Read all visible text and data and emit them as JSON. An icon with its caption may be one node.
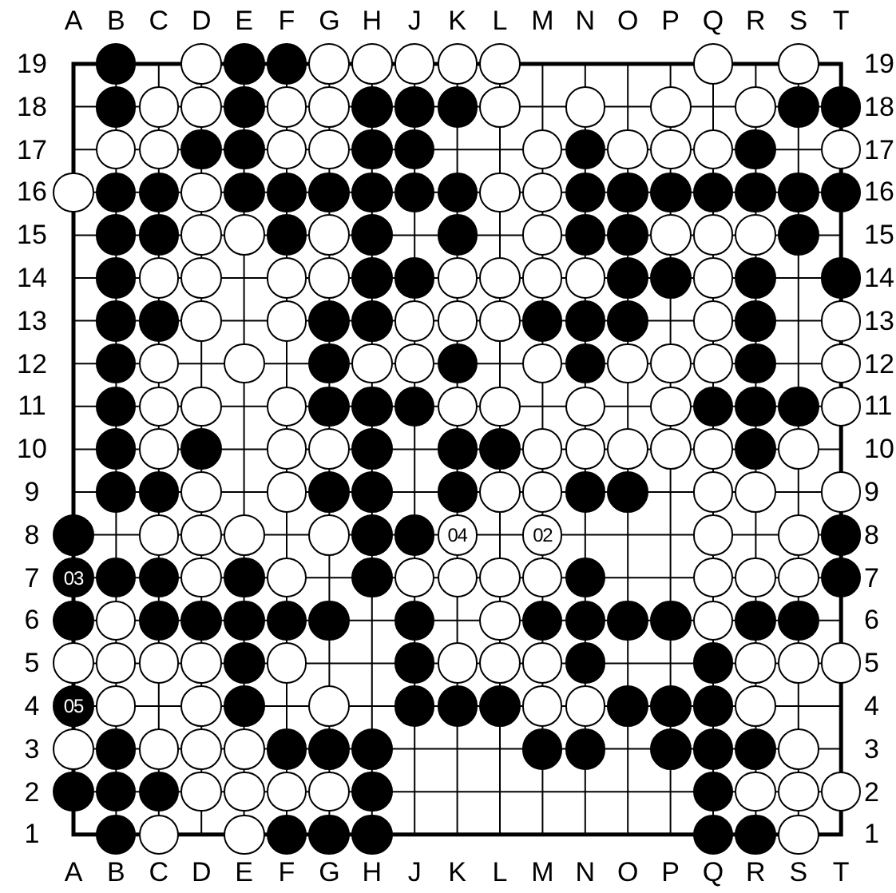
{
  "diagram": {
    "nodes": [
      {
        "text": [],
        "shape": "disc"
      },
      {
        "text": [],
        "shape": "circle"
      },
      {
        "text": [],
        "shape": "disc"
      },
      {
        "text": [],
        "shape": "disc"
      },
      {
        "text": [],
        "shape": "circle"
      },
      {
        "text": [],
        "shape": "circle"
      },
      {
        "text": [],
        "shape": "circle"
      },
      {
        "text": [],
        "shape": "circle"
      },
      {
        "text": [],
        "shape": "circle"
      },
      {
        "text": [],
        "shape": "circle"
      },
      {
        "text": [],
        "shape": "circle"
      },
      {
        "text": [],
        "shape": "disc"
      },
      {
        "text": [],
        "shape": "circle"
      },
      {
        "text": [],
        "shape": "circle"
      },
      {
        "text": [],
        "shape": "disc"
      },
      {
        "text": [],
        "shape": "circle"
      },
      {
        "text": [],
        "shape": "circle"
      },
      {
        "text": [],
        "shape": "disc"
      },
      {
        "text": [],
        "shape": "disc"
      },
      {
        "text": [],
        "shape": "disc"
      },
      {
        "text": [],
        "shape": "circle"
      },
      {
        "text": [],
        "shape": "circle"
      },
      {
        "text": [],
        "shape": "circle"
      },
      {
        "text": [],
        "shape": "circle"
      },
      {
        "text": [],
        "shape": "disc"
      },
      {
        "text": [],
        "shape": "disc"
      },
      {
        "text": [],
        "shape": "circle"
      },
      {
        "text": [],
        "shape": "circle"
      },
      {
        "text": [],
        "shape": "disc"
      },
      {
        "text": [],
        "shape": "disc"
      },
      {
        "text": [],
        "shape": "circle"
      },
      {
        "text": [],
        "shape": "circle"
      },
      {
        "text": [],
        "shape": "disc"
      },
      {
        "text": [],
        "shape": "disc"
      },
      {
        "text": [],
        "shape": "circle"
      },
      {
        "text": [],
        "shape": "disc"
      },
      {
        "text": [],
        "shape": "circle"
      },
      {
        "text": [],
        "shape": "circle"
      },
      {
        "text": [],
        "shape": "circle"
      },
      {
        "text": [],
        "shape": "disc"
      },
      {
        "text": [],
        "shape": "circle"
      },
      {
        "text": [],
        "shape": "circle"
      },
      {
        "text": [],
        "shape": "disc"
      },
      {
        "text": [],
        "shape": "disc"
      },
      {
        "text": [],
        "shape": "circle"
      },
      {
        "text": [],
        "shape": "disc"
      },
      {
        "text": [],
        "shape": "disc"
      },
      {
        "text": [],
        "shape": "disc"
      },
      {
        "text": [],
        "shape": "disc"
      },
      {
        "text": [],
        "shape": "disc"
      },
      {
        "text": [],
        "shape": "disc"
      },
      {
        "text": [],
        "shape": "circle"
      },
      {
        "text": [],
        "shape": "circle"
      },
      {
        "text": [],
        "shape": "disc"
      },
      {
        "text": [],
        "shape": "disc"
      },
      {
        "text": [],
        "shape": "disc"
      },
      {
        "text": [],
        "shape": "disc"
      },
      {
        "text": [],
        "shape": "disc"
      },
      {
        "text": [],
        "shape": "disc"
      },
      {
        "text": [],
        "shape": "disc"
      },
      {
        "text": [],
        "shape": "disc"
      },
      {
        "text": [],
        "shape": "disc"
      },
      {
        "text": [],
        "shape": "circle"
      },
      {
        "text": [],
        "shape": "circle"
      },
      {
        "text": [],
        "shape": "disc"
      },
      {
        "text": [],
        "shape": "circle"
      },
      {
        "text": [],
        "shape": "disc"
      },
      {
        "text": [],
        "shape": "disc"
      },
      {
        "text": [],
        "shape": "circle"
      },
      {
        "text": [],
        "shape": "disc"
      },
      {
        "text": [],
        "shape": "disc"
      },
      {
        "text": [],
        "shape": "circle"
      },
      {
        "text": [],
        "shape": "circle"
      },
      {
        "text": [],
        "shape": "circle"
      },
      {
        "text": [],
        "shape": "disc"
      },
      {
        "text": [],
        "shape": "disc"
      },
      {
        "text": [],
        "shape": "circle"
      },
      {
        "text": [],
        "shape": "circle"
      },
      {
        "text": [],
        "shape": "circle"
      },
      {
        "text": [],
        "shape": "circle"
      },
      {
        "text": [],
        "shape": "disc"
      },
      {
        "text": [],
        "shape": "disc"
      },
      {
        "text": [],
        "shape": "circle"
      },
      {
        "text": [],
        "shape": "circle"
      },
      {
        "text": [],
        "shape": "circle"
      },
      {
        "text": [],
        "shape": "circle"
      },
      {
        "text": [],
        "shape": "disc"
      },
      {
        "text": [],
        "shape": "disc"
      },
      {
        "text": [],
        "shape": "circle"
      },
      {
        "text": [],
        "shape": "disc"
      },
      {
        "text": [],
        "shape": "disc"
      },
      {
        "text": [],
        "shape": "disc"
      },
      {
        "text": [],
        "shape": "disc"
      },
      {
        "text": [],
        "shape": "circle"
      },
      {
        "text": [],
        "shape": "circle"
      },
      {
        "text": [],
        "shape": "disc"
      },
      {
        "text": [],
        "shape": "disc"
      },
      {
        "text": [],
        "shape": "circle"
      },
      {
        "text": [],
        "shape": "circle"
      },
      {
        "text": [],
        "shape": "circle"
      },
      {
        "text": [],
        "shape": "disc"
      },
      {
        "text": [],
        "shape": "disc"
      },
      {
        "text": [],
        "shape": "disc"
      },
      {
        "text": [],
        "shape": "circle"
      },
      {
        "text": [],
        "shape": "disc"
      },
      {
        "text": [],
        "shape": "circle"
      },
      {
        "text": [],
        "shape": "disc"
      },
      {
        "text": [],
        "shape": "circle"
      },
      {
        "text": [],
        "shape": "circle"
      },
      {
        "text": [],
        "shape": "disc"
      },
      {
        "text": [],
        "shape": "circle"
      },
      {
        "text": [],
        "shape": "circle"
      },
      {
        "text": [],
        "shape": "disc"
      },
      {
        "text": [],
        "shape": "circle"
      },
      {
        "text": [],
        "shape": "disc"
      },
      {
        "text": [],
        "shape": "circle"
      },
      {
        "text": [],
        "shape": "circle"
      },
      {
        "text": [],
        "shape": "circle"
      },
      {
        "text": [],
        "shape": "disc"
      },
      {
        "text": [],
        "shape": "circle"
      },
      {
        "text": [],
        "shape": "disc"
      },
      {
        "text": [],
        "shape": "circle"
      },
      {
        "text": [],
        "shape": "circle"
      },
      {
        "text": [],
        "shape": "circle"
      },
      {
        "text": [],
        "shape": "disc"
      },
      {
        "text": [],
        "shape": "disc"
      },
      {
        "text": [],
        "shape": "disc"
      },
      {
        "text": [],
        "shape": "circle"
      },
      {
        "text": [],
        "shape": "circle"
      },
      {
        "text": [],
        "shape": "circle"
      },
      {
        "text": [],
        "shape": "circle"
      },
      {
        "text": [],
        "shape": "disc"
      },
      {
        "text": [],
        "shape": "disc"
      },
      {
        "text": [],
        "shape": "disc"
      },
      {
        "text": [],
        "shape": "circle"
      },
      {
        "text": [],
        "shape": "disc"
      },
      {
        "text": [],
        "shape": "circle"
      },
      {
        "text": [],
        "shape": "disc"
      },
      {
        "text": [],
        "shape": "circle"
      },
      {
        "text": [],
        "shape": "circle"
      },
      {
        "text": [],
        "shape": "disc"
      },
      {
        "text": [],
        "shape": "disc"
      },
      {
        "text": [],
        "shape": "disc"
      },
      {
        "text": [],
        "shape": "circle"
      },
      {
        "text": [],
        "shape": "circle"
      },
      {
        "text": [],
        "shape": "circle"
      },
      {
        "text": [],
        "shape": "circle"
      },
      {
        "text": [],
        "shape": "circle"
      },
      {
        "text": [],
        "shape": "disc"
      },
      {
        "text": [],
        "shape": "circle"
      },
      {
        "text": [],
        "shape": "disc"
      },
      {
        "text": [],
        "shape": "disc"
      },
      {
        "text": [],
        "shape": "circle"
      },
      {
        "text": [],
        "shape": "circle"
      },
      {
        "text": [],
        "shape": "disc"
      },
      {
        "text": [],
        "shape": "disc"
      },
      {
        "text": [],
        "shape": "disc"
      },
      {
        "text": [],
        "shape": "circle"
      },
      {
        "text": [],
        "shape": "circle"
      },
      {
        "text": [],
        "shape": "disc"
      },
      {
        "text": [],
        "shape": "disc"
      },
      {
        "text": [],
        "shape": "circle"
      },
      {
        "text": [],
        "shape": "circle"
      },
      {
        "text": [],
        "shape": "circle"
      },
      {
        "text": [],
        "shape": "disc"
      },
      {
        "text": [],
        "shape": "circle"
      },
      {
        "text": [],
        "shape": "circle"
      },
      {
        "text": [],
        "shape": "circle"
      },
      {
        "text": [],
        "shape": "circle"
      },
      {
        "text": [],
        "shape": "disc"
      },
      {
        "text": [],
        "shape": "disc"
      },
      {
        "text": [
          "04"
        ]
      },
      {
        "text": [
          "02"
        ]
      },
      {
        "text": [],
        "shape": "circle"
      },
      {
        "text": [],
        "shape": "circle"
      },
      {
        "text": [],
        "shape": "disc"
      },
      {
        "text": [
          "03"
        ]
      },
      {
        "text": [],
        "shape": "disc"
      },
      {
        "text": [],
        "shape": "disc"
      },
      {
        "text": [],
        "shape": "circle"
      },
      {
        "text": [],
        "shape": "disc"
      },
      {
        "text": [],
        "shape": "circle"
      },
      {
        "text": [],
        "shape": "disc"
      },
      {
        "text": [],
        "shape": "circle"
      },
      {
        "text": [],
        "shape": "circle"
      },
      {
        "text": [],
        "shape": "circle"
      },
      {
        "text": [],
        "shape": "circle"
      },
      {
        "text": [],
        "shape": "disc"
      },
      {
        "text": [],
        "shape": "circle"
      },
      {
        "text": [],
        "shape": "circle"
      },
      {
        "text": [],
        "shape": "circle"
      },
      {
        "text": [],
        "shape": "disc"
      },
      {
        "text": [],
        "shape": "disc"
      },
      {
        "text": [],
        "shape": "circle"
      },
      {
        "text": [],
        "shape": "disc"
      },
      {
        "text": [],
        "shape": "disc"
      },
      {
        "text": [],
        "shape": "disc"
      },
      {
        "text": [],
        "shape": "disc"
      },
      {
        "text": [],
        "shape": "disc"
      },
      {
        "text": [],
        "shape": "disc"
      },
      {
        "text": [],
        "shape": "circle"
      },
      {
        "text": [],
        "shape": "disc"
      },
      {
        "text": [],
        "shape": "disc"
      },
      {
        "text": [],
        "shape": "disc"
      },
      {
        "text": [],
        "shape": "disc"
      },
      {
        "text": [],
        "shape": "circle"
      },
      {
        "text": [],
        "shape": "disc"
      },
      {
        "text": [],
        "shape": "disc"
      },
      {
        "text": [],
        "shape": "circle"
      },
      {
        "text": [],
        "shape": "circle"
      },
      {
        "text": [],
        "shape": "circle"
      },
      {
        "text": [],
        "shape": "circle"
      },
      {
        "text": [],
        "shape": "disc"
      },
      {
        "text": [],
        "shape": "circle"
      },
      {
        "text": [],
        "shape": "disc"
      },
      {
        "text": [],
        "shape": "circle"
      },
      {
        "text": [],
        "shape": "circle"
      },
      {
        "text": [],
        "shape": "circle"
      },
      {
        "text": [],
        "shape": "disc"
      },
      {
        "text": [],
        "shape": "disc"
      },
      {
        "text": [],
        "shape": "circle"
      },
      {
        "text": [],
        "shape": "circle"
      },
      {
        "text": [],
        "shape": "circle"
      },
      {
        "text": [
          "05"
        ]
      },
      {
        "text": [],
        "shape": "circle"
      },
      {
        "text": [],
        "shape": "circle"
      },
      {
        "text": [],
        "shape": "disc"
      },
      {
        "text": [],
        "shape": "circle"
      },
      {
        "text": [],
        "shape": "disc"
      },
      {
        "text": [],
        "shape": "disc"
      },
      {
        "text": [],
        "shape": "disc"
      },
      {
        "text": [],
        "shape": "circle"
      },
      {
        "text": [],
        "shape": "circle"
      },
      {
        "text": [],
        "shape": "disc"
      },
      {
        "text": [],
        "shape": "disc"
      },
      {
        "text": [],
        "shape": "disc"
      },
      {
        "text": [],
        "shape": "circle"
      },
      {
        "text": [],
        "shape": "circle"
      },
      {
        "text": [],
        "shape": "disc"
      },
      {
        "text": [],
        "shape": "circle"
      },
      {
        "text": [],
        "shape": "circle"
      },
      {
        "text": [],
        "shape": "circle"
      },
      {
        "text": [],
        "shape": "disc"
      },
      {
        "text": [],
        "shape": "disc"
      },
      {
        "text": [],
        "shape": "disc"
      },
      {
        "text": [],
        "shape": "disc"
      },
      {
        "text": [],
        "shape": "disc"
      },
      {
        "text": [],
        "shape": "disc"
      },
      {
        "text": [],
        "shape": "disc"
      },
      {
        "text": [],
        "shape": "disc"
      },
      {
        "text": [],
        "shape": "circle"
      },
      {
        "text": [],
        "shape": "disc"
      },
      {
        "text": [],
        "shape": "disc"
      },
      {
        "text": [],
        "shape": "disc"
      },
      {
        "text": [],
        "shape": "circle"
      },
      {
        "text": [],
        "shape": "circle"
      },
      {
        "text": [],
        "shape": "circle"
      },
      {
        "text": [],
        "shape": "circle"
      },
      {
        "text": [],
        "shape": "disc"
      },
      {
        "text": [],
        "shape": "disc"
      },
      {
        "text": [],
        "shape": "circle"
      },
      {
        "text": [],
        "shape": "circle"
      },
      {
        "text": [],
        "shape": "circle"
      },
      {
        "text": [],
        "shape": "disc"
      },
      {
        "text": [],
        "shape": "circle"
      },
      {
        "text": [],
        "shape": "circle"
      },
      {
        "text": [],
        "shape": "disc"
      },
      {
        "text": [],
        "shape": "disc"
      },
      {
        "text": [],
        "shape": "disc"
      },
      {
        "text": [],
        "shape": "disc"
      },
      {
        "text": [],
        "shape": "disc"
      },
      {
        "text": [],
        "shape": "circle"
      }
    ],
    "labels": [
      "A",
      "B",
      "C",
      "D",
      "E",
      "F",
      "G",
      "H",
      "J",
      "K",
      "L",
      "M",
      "N",
      "O",
      "P",
      "Q",
      "R",
      "S",
      "T",
      "19",
      "19",
      "18",
      "18",
      "17",
      "17",
      "16",
      "16",
      "15",
      "15",
      "14",
      "14",
      "13",
      "13",
      "12",
      "12",
      "11",
      "11",
      "10",
      "10",
      "9",
      "9",
      "8",
      "8",
      "7",
      "7",
      "6",
      "6",
      "5",
      "5",
      "4",
      "4",
      "3",
      "3",
      "2",
      "2",
      "1",
      "1",
      "A",
      "B",
      "C",
      "D",
      "E",
      "F",
      "G",
      "H",
      "J",
      "K",
      "L",
      "M",
      "N",
      "O",
      "P",
      "Q",
      "R",
      "S",
      "T"
    ]
  }
}
